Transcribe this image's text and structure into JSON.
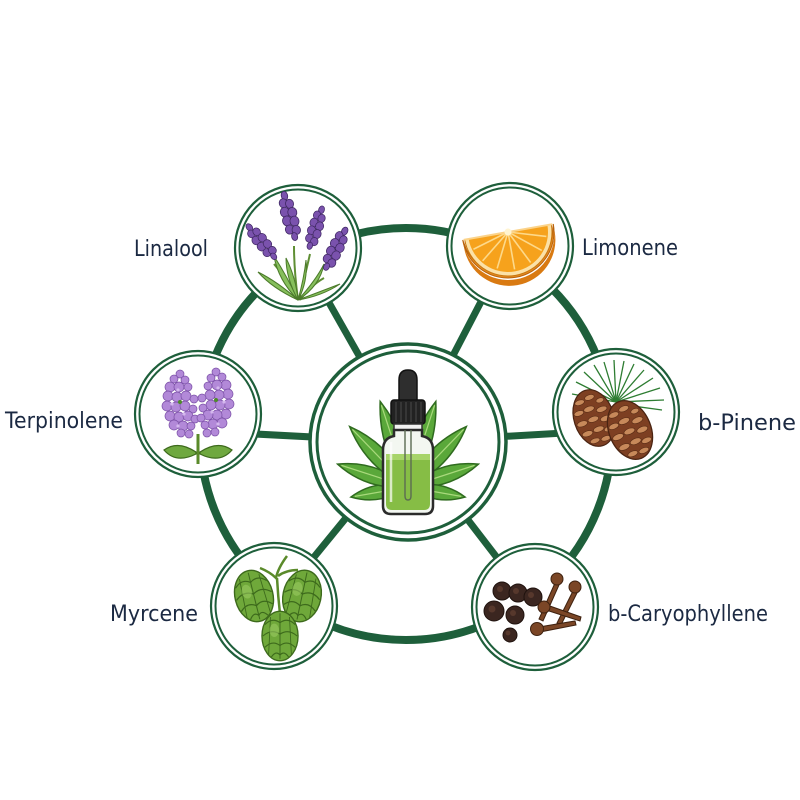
{
  "diagram": {
    "type": "hub-and-spoke",
    "center": {
      "icon": "dropper-bottle-with-leaves-icon"
    },
    "nodes": [
      {
        "label": "Linalool",
        "icon": "lavender-icon"
      },
      {
        "label": "Limonene",
        "icon": "orange-slice-icon"
      },
      {
        "label": "Terpinolene",
        "icon": "lilac-icon"
      },
      {
        "label": "b-Pinene",
        "icon": "pine-cone-icon"
      },
      {
        "label": "Myrcene",
        "icon": "hops-icon"
      },
      {
        "label": "b-Caryophyllene",
        "icon": "cloves-peppercorn-icon"
      }
    ]
  },
  "colors": {
    "ring": "#1e5f3b",
    "label_text": "#1b2942",
    "background": "#ffffff"
  }
}
